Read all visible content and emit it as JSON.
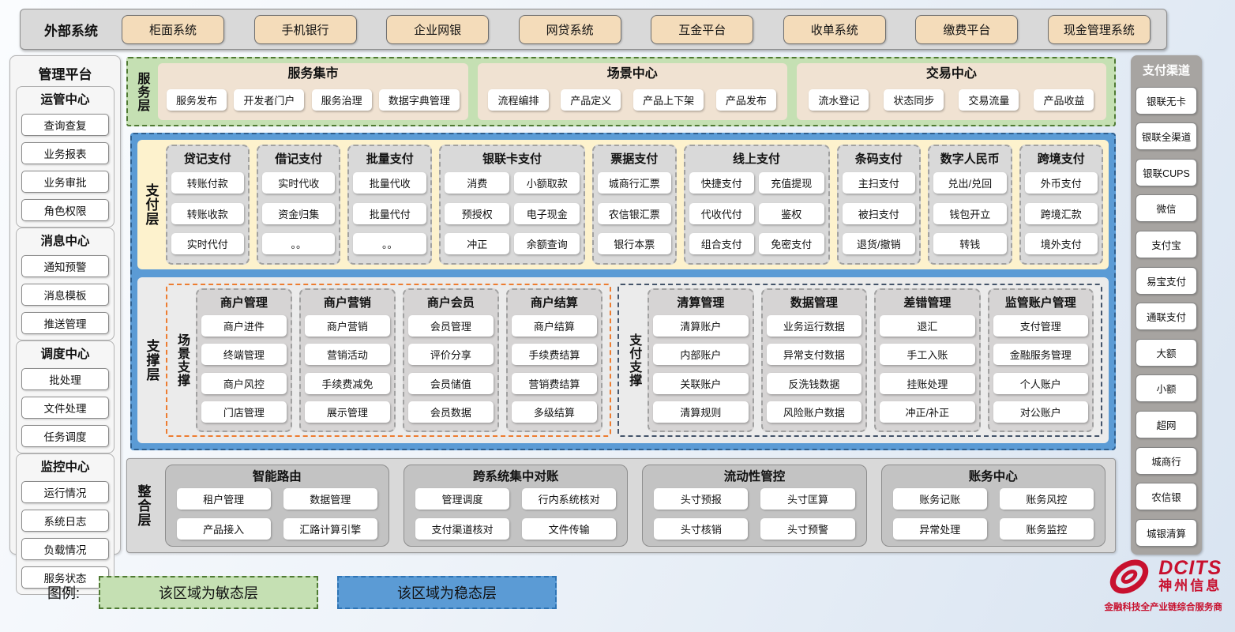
{
  "external_systems": {
    "label": "外部系统",
    "items": [
      "柜面系统",
      "手机银行",
      "企业网银",
      "网贷系统",
      "互金平台",
      "收单系统",
      "缴费平台",
      "现金管理系统"
    ]
  },
  "management_platform": {
    "title": "管理平台",
    "groups": [
      {
        "title": "运管中心",
        "items": [
          "查询查复",
          "业务报表",
          "业务审批",
          "角色权限"
        ]
      },
      {
        "title": "消息中心",
        "items": [
          "通知预警",
          "消息模板",
          "推送管理"
        ]
      },
      {
        "title": "调度中心",
        "items": [
          "批处理",
          "文件处理",
          "任务调度"
        ]
      },
      {
        "title": "监控中心",
        "items": [
          "运行情况",
          "系统日志",
          "负载情况",
          "服务状态"
        ]
      }
    ]
  },
  "service_layer": {
    "label": "服务层",
    "groups": [
      {
        "title": "服务集市",
        "items": [
          "服务发布",
          "开发者门户",
          "服务治理",
          "数据字典管理"
        ]
      },
      {
        "title": "场景中心",
        "items": [
          "流程编排",
          "产品定义",
          "产品上下架",
          "产品发布"
        ]
      },
      {
        "title": "交易中心",
        "items": [
          "流水登记",
          "状态同步",
          "交易流量",
          "产品收益"
        ]
      }
    ]
  },
  "payment_layer": {
    "label": "支付层",
    "columns": [
      {
        "title": "贷记支付",
        "wide": false,
        "items": [
          "转账付款",
          "转账收款",
          "实时代付"
        ]
      },
      {
        "title": "借记支付",
        "wide": false,
        "items": [
          "实时代收",
          "资金归集",
          "。。"
        ]
      },
      {
        "title": "批量支付",
        "wide": false,
        "items": [
          "批量代收",
          "批量代付",
          "。。"
        ]
      },
      {
        "title": "银联卡支付",
        "wide": true,
        "items": [
          "消费",
          "小额取款",
          "预授权",
          "电子现金",
          "冲正",
          "余额查询"
        ]
      },
      {
        "title": "票据支付",
        "wide": false,
        "items": [
          "城商行汇票",
          "农信银汇票",
          "银行本票"
        ]
      },
      {
        "title": "线上支付",
        "wide": true,
        "items": [
          "快捷支付",
          "充值提现",
          "代收代付",
          "鉴权",
          "组合支付",
          "免密支付"
        ]
      },
      {
        "title": "条码支付",
        "wide": false,
        "items": [
          "主扫支付",
          "被扫支付",
          "退货/撤销"
        ]
      },
      {
        "title": "数字人民币",
        "wide": false,
        "items": [
          "兑出/兑回",
          "钱包开立",
          "转钱"
        ]
      },
      {
        "title": "跨境支付",
        "wide": false,
        "items": [
          "外币支付",
          "跨境汇款",
          "境外支付"
        ]
      }
    ]
  },
  "support_layer": {
    "label": "支撑层",
    "groups": [
      {
        "label": "场景支撑",
        "columns": [
          {
            "title": "商户管理",
            "items": [
              "商户进件",
              "终端管理",
              "商户风控",
              "门店管理"
            ]
          },
          {
            "title": "商户营销",
            "items": [
              "商户营销",
              "营销活动",
              "手续费减免",
              "展示管理"
            ]
          },
          {
            "title": "商户会员",
            "items": [
              "会员管理",
              "评价分享",
              "会员储值",
              "会员数据"
            ]
          },
          {
            "title": "商户结算",
            "items": [
              "商户结算",
              "手续费结算",
              "营销费结算",
              "多级结算"
            ]
          }
        ]
      },
      {
        "label": "支付支撑",
        "columns": [
          {
            "title": "清算管理",
            "items": [
              "清算账户",
              "内部账户",
              "关联账户",
              "清算规则"
            ]
          },
          {
            "title": "数据管理",
            "items": [
              "业务运行数据",
              "异常支付数据",
              "反洗钱数据",
              "风险账户数据"
            ]
          },
          {
            "title": "差错管理",
            "items": [
              "退汇",
              "手工入账",
              "挂账处理",
              "冲正/补正"
            ]
          },
          {
            "title": "监管账户管理",
            "items": [
              "支付管理",
              "金融服务管理",
              "个人账户",
              "对公账户"
            ]
          }
        ]
      }
    ]
  },
  "integration_layer": {
    "label": "整合层",
    "groups": [
      {
        "title": "智能路由",
        "items": [
          "租户管理",
          "数据管理",
          "产品接入",
          "汇路计算引擎"
        ]
      },
      {
        "title": "跨系统集中对账",
        "items": [
          "管理调度",
          "行内系统核对",
          "支付渠道核对",
          "文件传输"
        ]
      },
      {
        "title": "流动性管控",
        "items": [
          "头寸预报",
          "头寸匡算",
          "头寸核销",
          "头寸预警"
        ]
      },
      {
        "title": "账务中心",
        "items": [
          "账务记账",
          "账务风控",
          "异常处理",
          "账务监控"
        ]
      }
    ]
  },
  "payment_channels": {
    "title": "支付渠道",
    "items": [
      "银联无卡",
      "银联全渠道",
      "银联CUPS",
      "微信",
      "支付宝",
      "易宝支付",
      "通联支付",
      "大额",
      "小额",
      "超网",
      "城商行",
      "农信银",
      "城银清算"
    ]
  },
  "legend": {
    "label": "图例:",
    "agile": "该区域为敏态层",
    "stable": "该区域为稳态层"
  },
  "logo": {
    "brand": "DCITS",
    "name": "神州信息",
    "tagline": "金融科技全产业链综合服务商"
  },
  "colors": {
    "agile_green": "#c5e0b3",
    "agile_green_border": "#4f7a33",
    "stable_blue": "#5b9bd5",
    "scene_orange_border": "#ed7d31",
    "payment_navy_border": "#44546a",
    "tan_chip": "#f4dcba",
    "brand_red": "#c8102e"
  }
}
